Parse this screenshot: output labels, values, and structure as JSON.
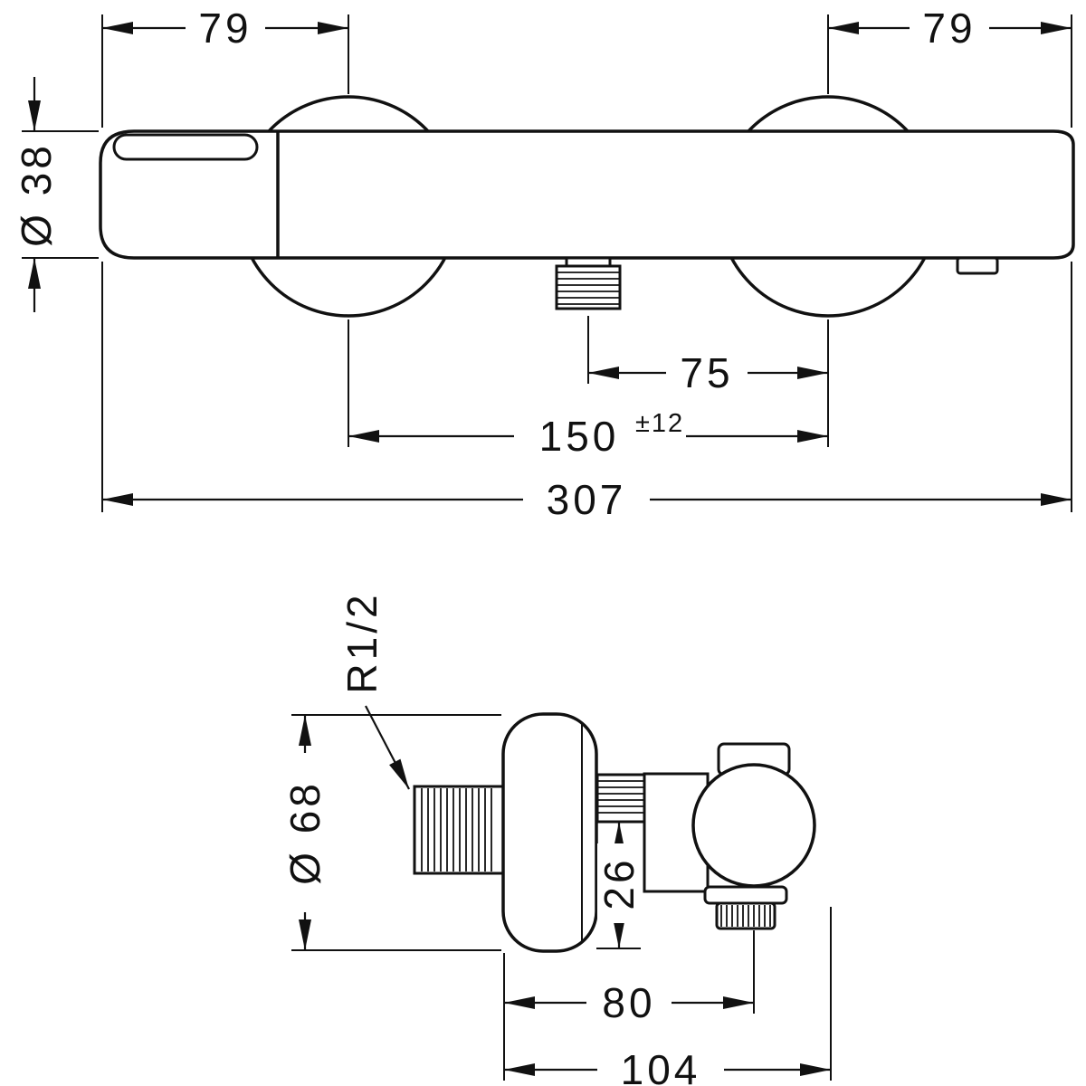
{
  "page": {
    "background": "#ffffff",
    "line_color": "#111111"
  },
  "drawing": {
    "type": "technical-dimension-drawing",
    "views": {
      "front": {
        "dims": {
          "left_center_offset": "79",
          "right_center_offset": "79",
          "bar_diameter": "Ø 38",
          "outlet_to_right_center": "75",
          "connection_centers": "150",
          "connection_tolerance": "±12",
          "overall_width": "307"
        }
      },
      "side": {
        "dims": {
          "thread_size": "R1/2",
          "escutcheon_diameter": "Ø 68",
          "offset_depth": "26",
          "depth_to_handle": "80",
          "overall_depth": "104"
        }
      }
    }
  }
}
